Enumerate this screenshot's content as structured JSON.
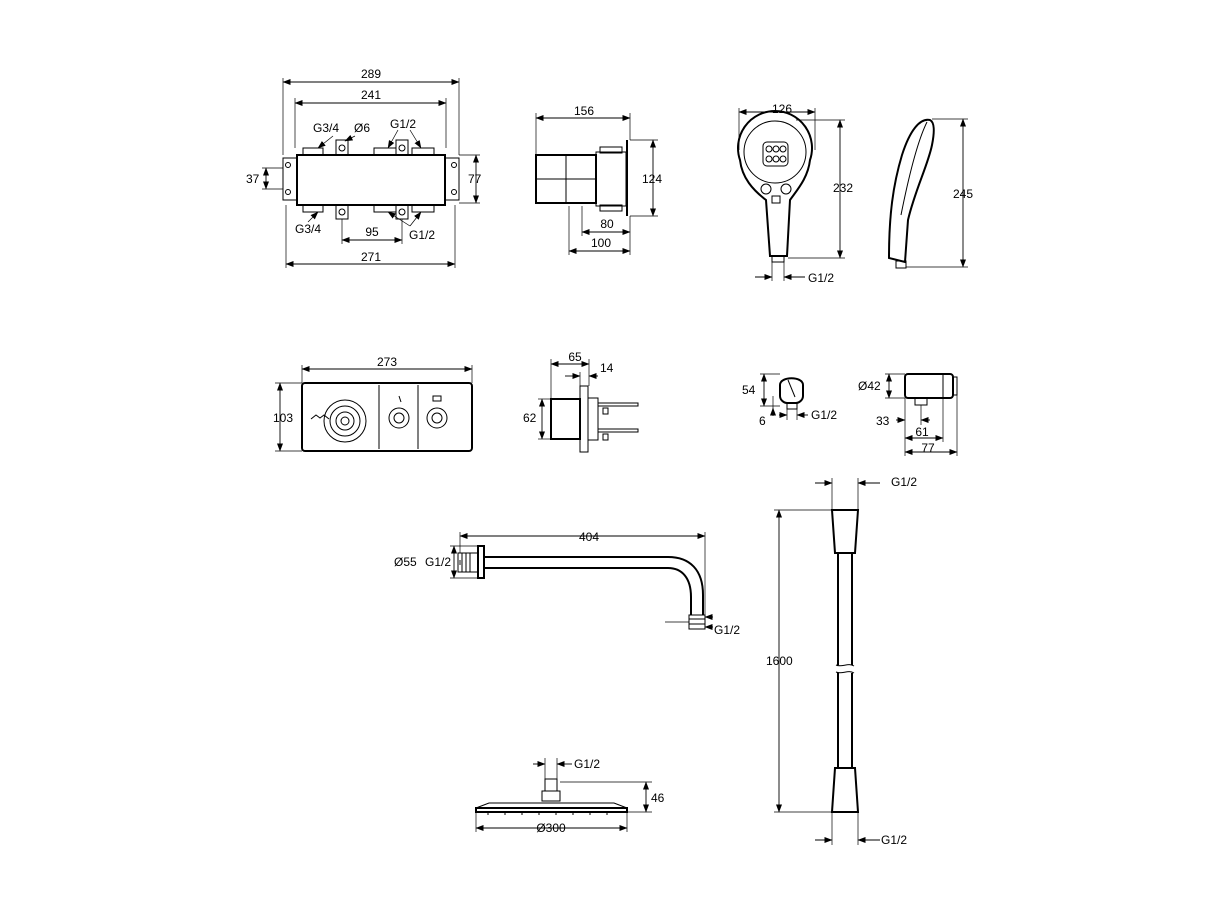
{
  "mixer_body": {
    "width_overall": "289",
    "width_inner": "241",
    "width_mount": "271",
    "inlet_spacing": "95",
    "height_left": "37",
    "height_right": "77",
    "inlet_top_left": "G3/4",
    "hole_diameter": "Ø6",
    "outlet_top": "G1/2",
    "inlet_bottom_left": "G3/4",
    "outlet_bottom": "G1/2"
  },
  "mixer_side": {
    "depth": "156",
    "height": "124",
    "min_depth": "80",
    "max_depth": "100"
  },
  "hand_shower_front": {
    "width": "126",
    "height": "232",
    "thread": "G1/2"
  },
  "hand_shower_side": {
    "height": "245"
  },
  "control_panel": {
    "width": "273",
    "height": "103"
  },
  "panel_side": {
    "depth": "65",
    "plate": "14",
    "height": "62"
  },
  "wall_outlet_front": {
    "height": "54",
    "offset": "6",
    "thread": "G1/2"
  },
  "wall_outlet_side": {
    "diameter": "Ø42",
    "offset": "33",
    "depth_inner": "61",
    "depth_outer": "77"
  },
  "shower_arm": {
    "length": "404",
    "flange_diameter": "Ø55",
    "thread_in": "G1/2",
    "thread_out": "G1/2"
  },
  "shower_hose": {
    "length": "1600",
    "thread_top": "G1/2",
    "thread_bottom": "G1/2"
  },
  "overhead_shower": {
    "thread": "G1/2",
    "height": "46",
    "diameter": "Ø300"
  }
}
